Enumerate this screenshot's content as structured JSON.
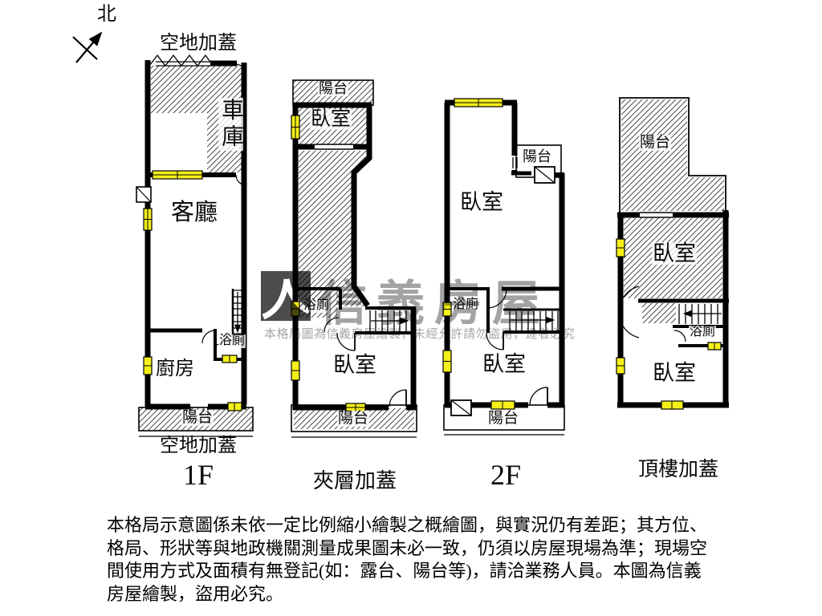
{
  "compass": {
    "north_label": "北"
  },
  "watermark": {
    "brand_logo": "sinyi-roof-logo",
    "brand_text": "信義房屋",
    "notice_text": "本格局圖為信義房屋繪製，未經允許請勿盜用，違者必究",
    "brand_color": "#a3a3a3"
  },
  "plans": [
    {
      "floor_label": "1F",
      "annex_label_top": "空地加蓋",
      "annex_label_bottom": "空地加蓋",
      "rooms": {
        "garage": "車庫",
        "living_room": "客廳",
        "bathroom": "浴廁",
        "kitchen": "廚房",
        "balcony": "陽台"
      }
    },
    {
      "floor_label": "夾層加蓋",
      "rooms": {
        "balcony_top": "陽台",
        "bedroom_top": "臥室",
        "bathroom": "浴廁",
        "bedroom_bottom": "臥室",
        "balcony_bottom": "陽台"
      }
    },
    {
      "floor_label": "2F",
      "rooms": {
        "bedroom_top": "臥室",
        "balcony_top": "陽台",
        "bathroom": "浴廁",
        "bedroom_bottom": "臥室",
        "balcony_bottom": "陽台"
      }
    },
    {
      "floor_label": "頂樓加蓋",
      "rooms": {
        "balcony_top": "陽台",
        "bedroom_top": "臥室",
        "bathroom": "浴廁",
        "bedroom_bottom": "臥室"
      }
    }
  ],
  "legend_colors": {
    "wall": "#000000",
    "window": "#f5ef19",
    "hatch_line": "#333333"
  },
  "disclaimer": {
    "lines": [
      "本格局示意圖係未依一定比例縮小繪製之概繪圖，與實況仍有差距；其方位、",
      "格局、形狀等與地政機關測量成果圖未必一致，仍須以房屋現場為準；現場空",
      "間使用方式及面積有無登記(如：露台、陽台等)，請洽業務人員。本圖為信義",
      "房屋繪製，盜用必究。"
    ]
  }
}
